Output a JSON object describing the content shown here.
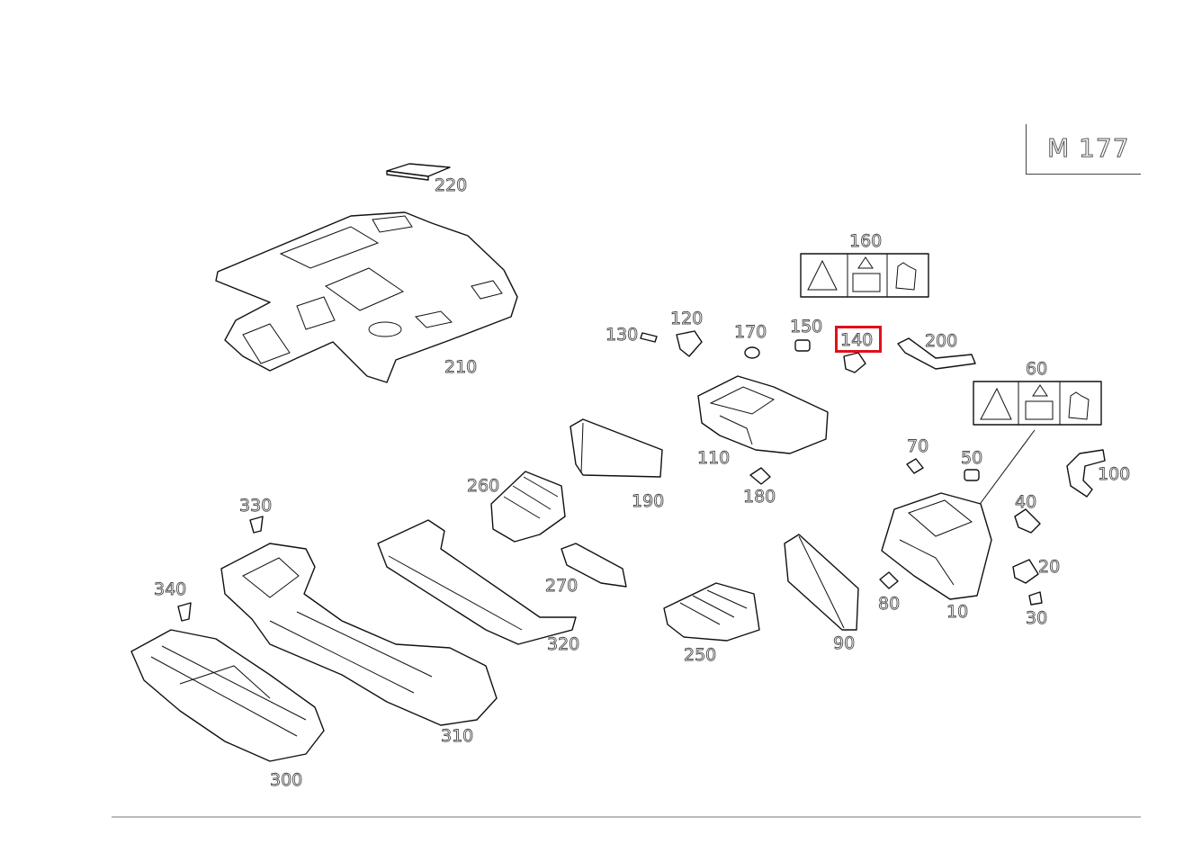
{
  "engine_code": "M 177",
  "highlighted_part": "140",
  "highlight_color": "#e0101a",
  "parts": [
    {
      "key": "p10",
      "number": "10"
    },
    {
      "key": "p20",
      "number": "20"
    },
    {
      "key": "p30",
      "number": "30"
    },
    {
      "key": "p40",
      "number": "40"
    },
    {
      "key": "p50",
      "number": "50"
    },
    {
      "key": "p60",
      "number": "60"
    },
    {
      "key": "p70",
      "number": "70"
    },
    {
      "key": "p80",
      "number": "80"
    },
    {
      "key": "p90",
      "number": "90"
    },
    {
      "key": "p100",
      "number": "100"
    },
    {
      "key": "p110",
      "number": "110"
    },
    {
      "key": "p120",
      "number": "120"
    },
    {
      "key": "p130",
      "number": "130"
    },
    {
      "key": "p140",
      "number": "140"
    },
    {
      "key": "p150",
      "number": "150"
    },
    {
      "key": "p160",
      "number": "160"
    },
    {
      "key": "p170",
      "number": "170"
    },
    {
      "key": "p180",
      "number": "180"
    },
    {
      "key": "p190",
      "number": "190"
    },
    {
      "key": "p200",
      "number": "200"
    },
    {
      "key": "p210",
      "number": "210"
    },
    {
      "key": "p220",
      "number": "220"
    },
    {
      "key": "p250",
      "number": "250"
    },
    {
      "key": "p260",
      "number": "260"
    },
    {
      "key": "p270",
      "number": "270"
    },
    {
      "key": "p300",
      "number": "300"
    },
    {
      "key": "p310",
      "number": "310"
    },
    {
      "key": "p320",
      "number": "320"
    },
    {
      "key": "p330",
      "number": "330"
    },
    {
      "key": "p340",
      "number": "340"
    }
  ]
}
